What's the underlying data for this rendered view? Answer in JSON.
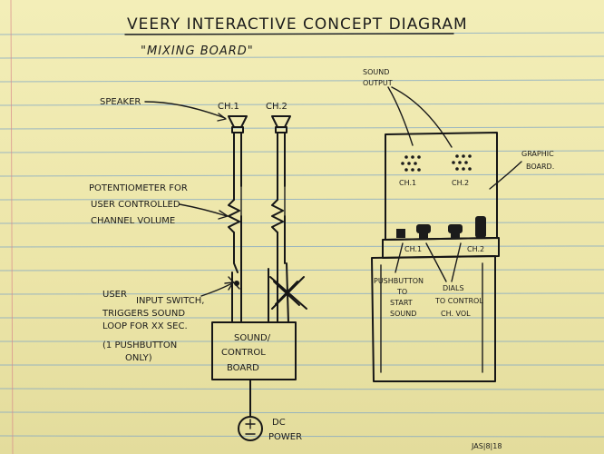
{
  "title": "VEERY INTERACTIVE CONCEPT DIAGRAM",
  "subtitle": "\"MIXING BOARD\"",
  "left": {
    "speaker_label": "SPEAKER",
    "ch1_label": "CH.1",
    "ch2_label": "CH.2",
    "pot_label": [
      "POTENTIOMETER FOR",
      "USER CONTROLLED",
      "CHANNEL VOLUME"
    ],
    "switch_label": [
      "USER",
      "INPUT SWITCH,",
      "TRIGGERS SOUND",
      "LOOP FOR XX SEC.",
      "(1 PUSHBUTTON",
      "ONLY)"
    ],
    "board_label": [
      "SOUND/",
      "CONTROL",
      "BOARD"
    ],
    "power_label": [
      "DC",
      "POWER"
    ]
  },
  "right": {
    "sound_output_label": [
      "SOUND",
      "OUTPUT"
    ],
    "graphic_board_label": [
      "GRAPHIC",
      "BOARD."
    ],
    "panel_ch1": "CH.1",
    "panel_ch2": "CH.2",
    "strip_ch1": "CH.1",
    "strip_ch2": "CH.2",
    "pushbutton_label": [
      "PUSHBUTTON",
      "TO",
      "START",
      "SOUND"
    ],
    "dials_label": [
      "DIALS",
      "TO CONTROL",
      "CH. VOL"
    ]
  },
  "signature": "JAS|8|18"
}
